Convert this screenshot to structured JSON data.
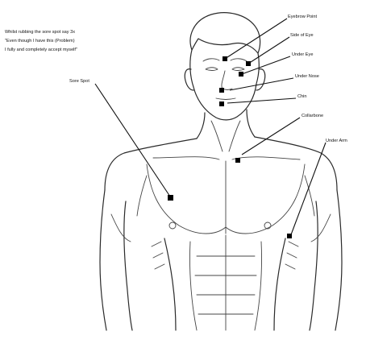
{
  "caption": {
    "lines": [
      "Whilst rubbing the sore spot say 3x",
      "\"Even though I have this (Problem)",
      "I fully and completely accept myself\""
    ]
  },
  "points": [
    {
      "id": "eyebrow-point",
      "label": "Eyebrow Point"
    },
    {
      "id": "side-of-eye",
      "label": "Side of Eye"
    },
    {
      "id": "under-eye",
      "label": "Under Eye"
    },
    {
      "id": "under-nose",
      "label": "Under Nose"
    },
    {
      "id": "chin",
      "label": "Chin"
    },
    {
      "id": "collarbone",
      "label": "Collarbone"
    },
    {
      "id": "under-arm",
      "label": "Under Arm"
    },
    {
      "id": "sore-spot",
      "label": "Sore Spot"
    }
  ],
  "colors": {
    "ink": "#111111",
    "line": "#2a2a2a",
    "background": "#ffffff"
  }
}
